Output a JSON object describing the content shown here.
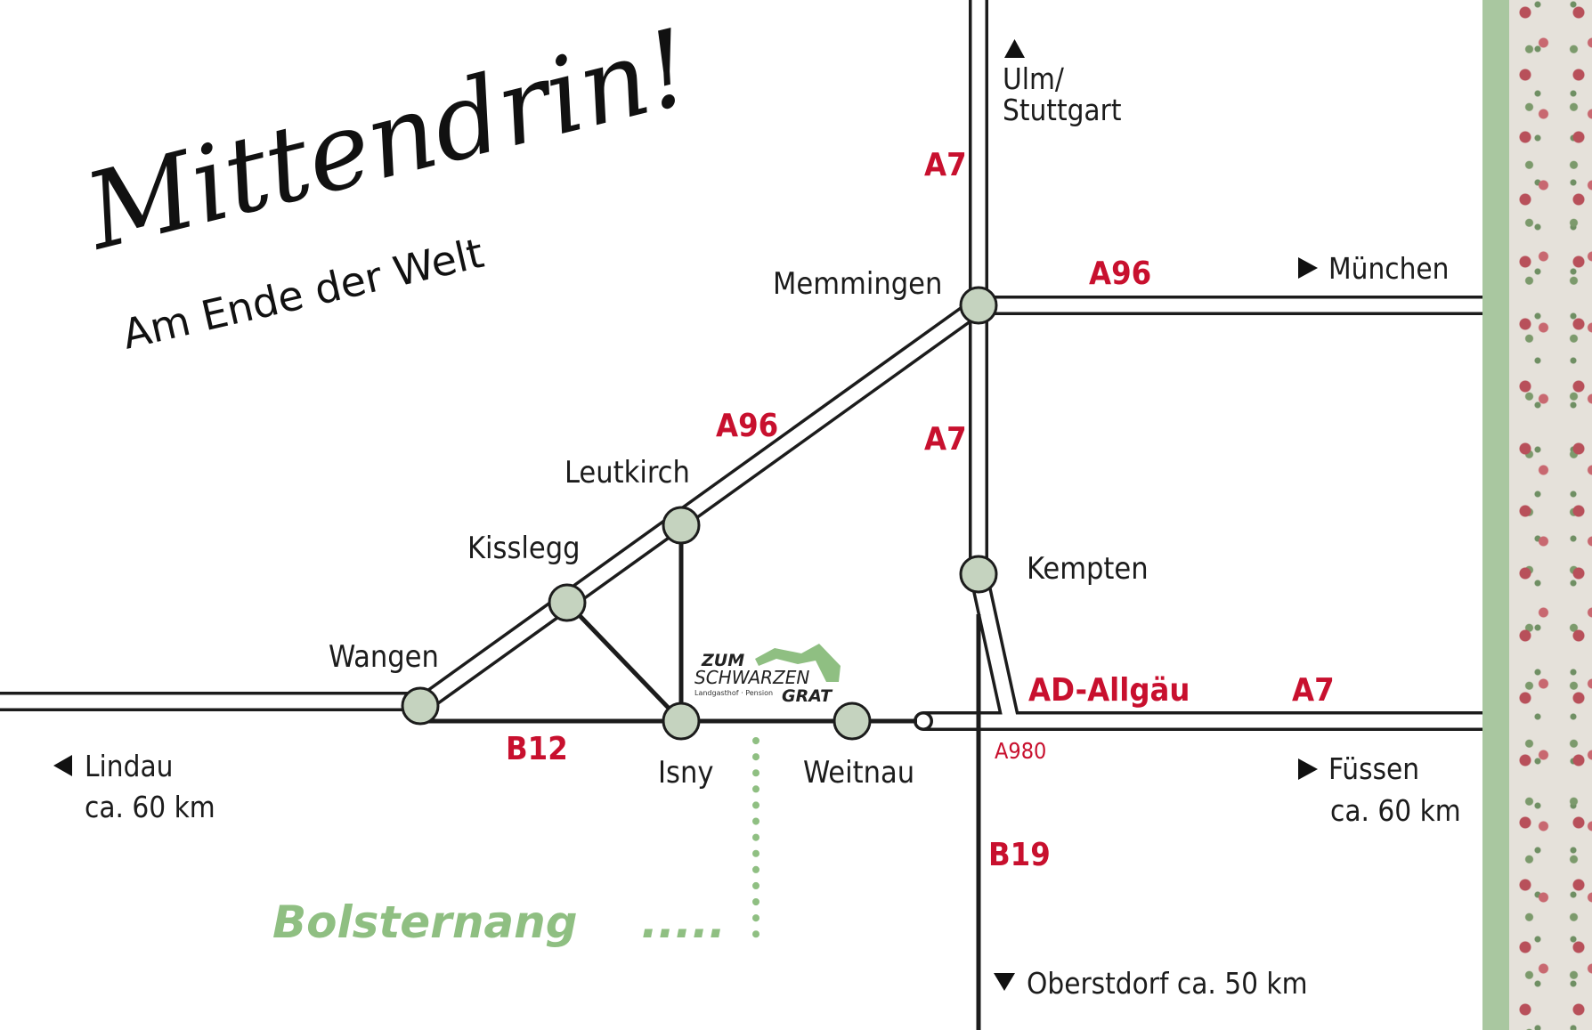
{
  "headline": {
    "title": "Mittendrin!",
    "subtitle": "Am Ende der Welt"
  },
  "cities": {
    "memmingen": "Memmingen",
    "leutkirch": "Leutkirch",
    "kisslegg": "Kisslegg",
    "wangen": "Wangen",
    "isny": "Isny",
    "weitnau": "Weitnau",
    "kempten": "Kempten"
  },
  "roads": {
    "a7_north": "A7",
    "a7_mid": "A7",
    "a7_east": "A7",
    "a96_east": "A96",
    "a96_diag": "A96",
    "b12": "B12",
    "b19": "B19",
    "a980": "A980",
    "ad_allgaeu": "AD-Allgäu"
  },
  "destinations": {
    "ulm_line1": "Ulm/",
    "ulm_line2": "Stuttgart",
    "muenchen": "München",
    "lindau_line1": "Lindau",
    "lindau_line2": "ca. 60 km",
    "fuessen_line1": "Füssen",
    "fuessen_line2": "ca. 60 km",
    "oberstdorf": "Oberstdorf ca. 50 km"
  },
  "logo": {
    "line1": "ZUM",
    "line2": "SCHWARZEN",
    "line3": "GRAT",
    "tagline": "Landgasthof · Pension"
  },
  "location": {
    "name": "Bolsternang",
    "dots": "....."
  },
  "colors": {
    "road_label": "#c8102e",
    "node_fill": "#c5d3bf",
    "accent_green": "#8fbf82",
    "border_green": "#a9c7a0"
  }
}
